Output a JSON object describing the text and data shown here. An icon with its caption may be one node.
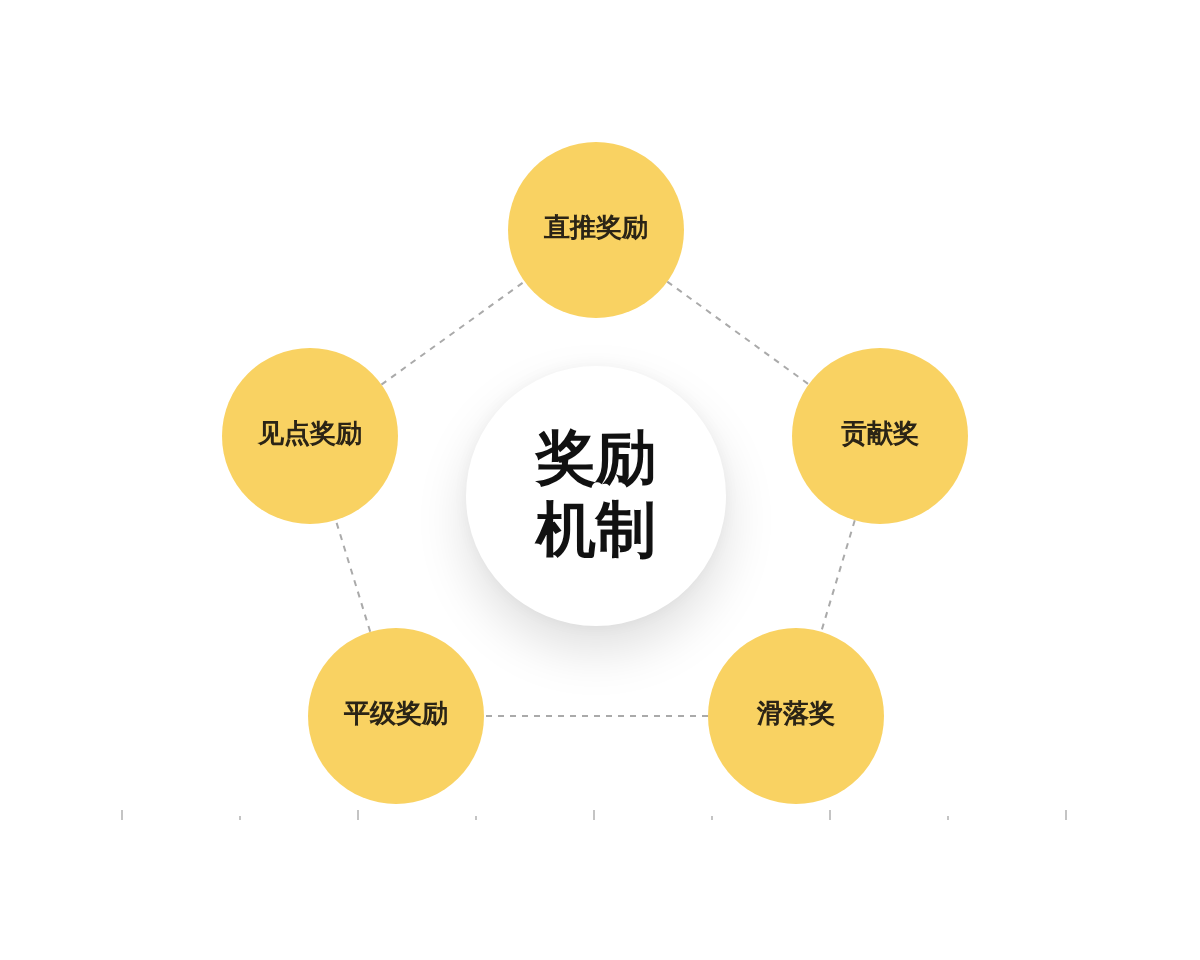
{
  "diagram": {
    "nodes": [
      {
        "text": [
          "直推奖励"
        ]
      },
      {
        "text": [
          "见点奖励"
        ]
      },
      {
        "text": [
          "奖励机制"
        ]
      },
      {
        "text": [
          "贡献奖"
        ]
      },
      {
        "text": [
          "平级奖励"
        ]
      },
      {
        "text": [
          "滑落奖"
        ]
      }
    ],
    "edges": [
      {
        "from": 1,
        "to": 0,
        "arrow": "none",
        "style": "dashed"
      },
      {
        "from": 0,
        "to": 3,
        "arrow": "none",
        "style": "dashed"
      },
      {
        "from": 3,
        "to": 5,
        "arrow": "none",
        "style": "dashed"
      },
      {
        "from": 5,
        "to": 4,
        "arrow": "none",
        "style": "dashed"
      },
      {
        "from": 4,
        "to": 1,
        "arrow": "none",
        "style": "dashed"
      }
    ]
  }
}
